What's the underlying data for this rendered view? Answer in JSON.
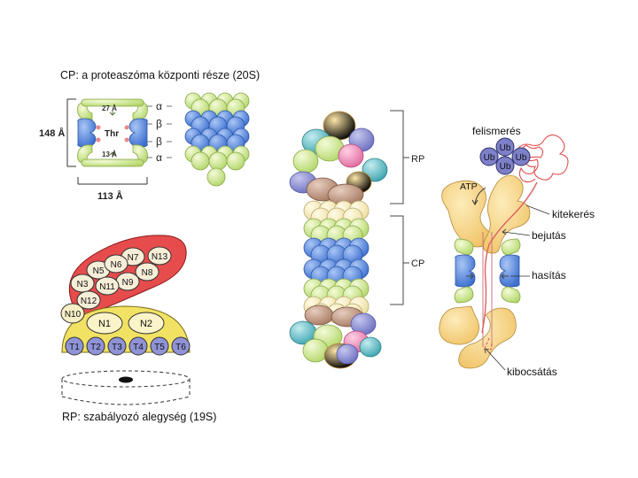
{
  "cp_panel": {
    "caption": "CP: a proteaszóma központi része (20S)",
    "height_label": "148 Å",
    "width_label": "113 Å",
    "top_gap_label": "27 Å",
    "bottom_gap_label": "13 Å",
    "active_site_label": "Thr",
    "ring_labels": [
      "α",
      "β",
      "β",
      "α"
    ]
  },
  "rp_panel": {
    "caption": "RP: szabályozó alegység (19S)",
    "lid_subunits": [
      "N13",
      "N7",
      "N5",
      "N6",
      "N8",
      "N3",
      "N9",
      "N11",
      "N12"
    ],
    "n10_label": "N10",
    "base_subunits": [
      "N1",
      "N2"
    ],
    "atpase_subunits": [
      "T1",
      "T2",
      "T3",
      "T4",
      "T5",
      "T6"
    ]
  },
  "full_complex": {
    "rp_label": "RP",
    "cp_label": "CP"
  },
  "mechanism": {
    "recognition": "felismerés",
    "ubiquitin": "Ub",
    "atp": "ATP",
    "unfolding": "kitekerés",
    "entry": "bejutás",
    "cleavage": "hasítás",
    "release": "kibocsátás"
  },
  "colors": {
    "alpha_ring": "#d2ec8c",
    "beta_ring": "#5f8fe0",
    "lid_red": "#e64c4c",
    "base_yellow": "#f2e264",
    "atpase_blue": "#8f93d6",
    "rp_gold": "#f6c266",
    "cross_section_yellow": "#f4d27a"
  }
}
